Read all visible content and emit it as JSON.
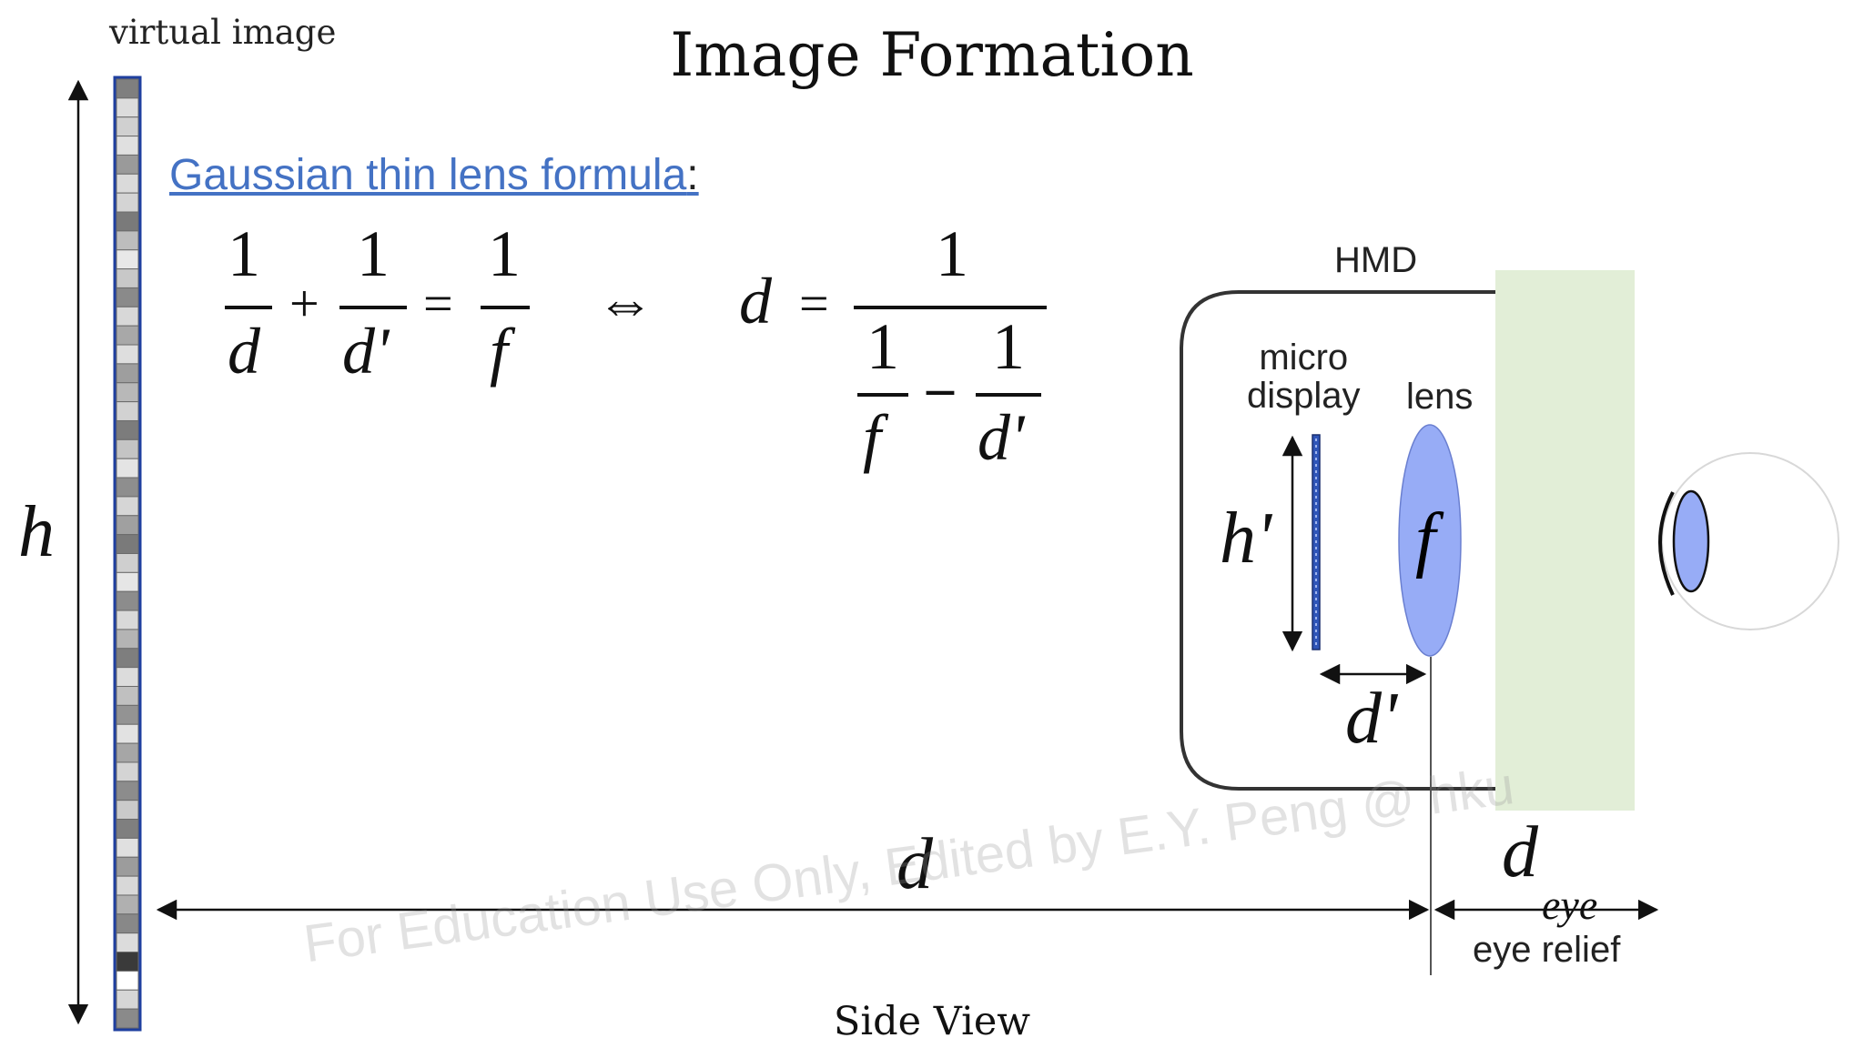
{
  "title": "Image Formation",
  "virtual_image_label": "virtual image",
  "formula_heading": "Gaussian thin lens formula",
  "formula_colon": ":",
  "formula": {
    "one": "1",
    "plus": "+",
    "equals": "=",
    "minus": "–",
    "iff": "⇔",
    "d": "d",
    "d_prime": "d'",
    "f": "f"
  },
  "labels": {
    "hmd": "HMD",
    "micro_display_line1": "micro",
    "micro_display_line2": "display",
    "lens": "lens",
    "eye_relief": "eye relief",
    "side_view": "Side View"
  },
  "variables": {
    "h": "h",
    "h_prime": "h'",
    "d_prime": "d'",
    "d": "d",
    "f": "f",
    "d_eye_base": "d",
    "d_eye_sub": "eye"
  },
  "watermark": "For Education Use Only, Edited by E.Y. Peng @ hku",
  "virtual_image_pixels": [
    "#7f7f7f",
    "#dcdcdc",
    "#d0d0d0",
    "#e0e0e0",
    "#9a9a9a",
    "#dadada",
    "#d4d4d4",
    "#7a7a7a",
    "#bdbdbd",
    "#e8e8e8",
    "#c8c8c8",
    "#8a8a8a",
    "#d8d8d8",
    "#a8a8a8",
    "#dedede",
    "#9e9e9e",
    "#b8b8b8",
    "#d2d2d2",
    "#7c7c7c",
    "#c4c4c4",
    "#e4e4e4",
    "#8e8e8e",
    "#d6d6d6",
    "#a0a0a0",
    "#7a7a7a",
    "#cfcfcf",
    "#e6e6e6",
    "#8c8c8c",
    "#d9d9d9",
    "#b4b4b4",
    "#7e7e7e",
    "#dcdcdc",
    "#c0c0c0",
    "#939393",
    "#e2e2e2",
    "#a6a6a6",
    "#d4d4d4",
    "#8c8c8c",
    "#cacaca",
    "#7f7f7f",
    "#e0e0e0",
    "#9c9c9c",
    "#d8d8d8",
    "#b0b0b0",
    "#888888",
    "#dcdcdc",
    "#3a3a3a",
    "#ffffff",
    "#d6d6d6",
    "#8a8a8a"
  ],
  "colors": {
    "accent_link": "#4472c4",
    "lens_fill": "#97acf6",
    "pixel_border": "#1f3f9f",
    "eye_box": "#e2eed7",
    "micro_display": "#2f55b8"
  }
}
